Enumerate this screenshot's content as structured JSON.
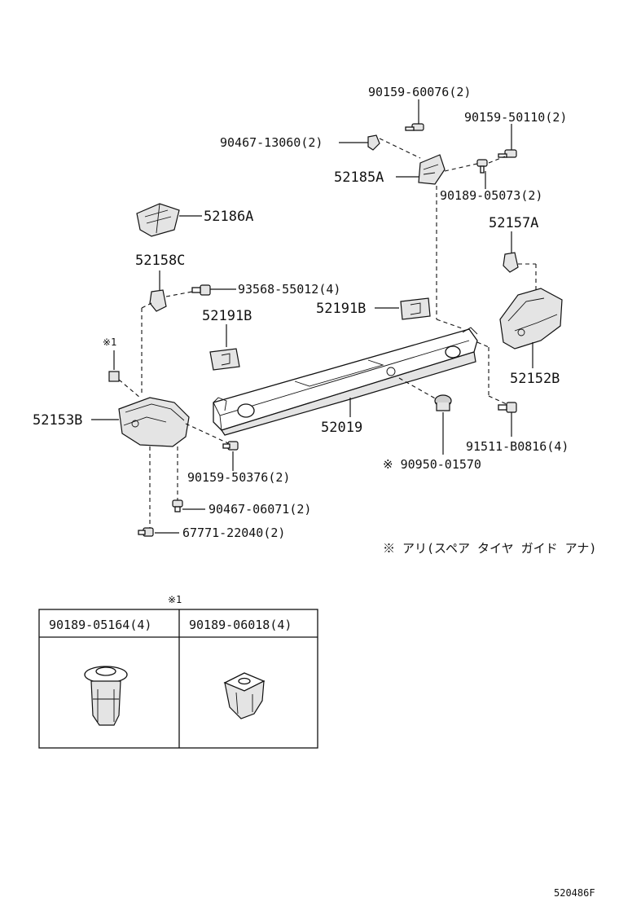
{
  "parts": {
    "p_90159_60076": "90159-60076(2)",
    "p_90159_50110": "90159-50110(2)",
    "p_90467_13060": "90467-13060(2)",
    "p_52185A": "52185A",
    "p_90189_05073": "90189-05073(2)",
    "p_52186A": "52186A",
    "p_52157A": "52157A",
    "p_52158C": "52158C",
    "p_93568_55012": "93568-55012(4)",
    "p_52191B_left": "52191B",
    "p_52191B_right": "52191B",
    "p_52152B": "52152B",
    "p_note1_marker": "※1",
    "p_52153B": "52153B",
    "p_52019": "52019",
    "p_91511_B0816": "91511-B0816(4)",
    "p_90159_50376": "90159-50376(2)",
    "p_90950_01570": "※ 90950-01570",
    "p_90467_06071": "90467-06071(2)",
    "p_67771_22040": "67771-22040(2)"
  },
  "footnote": "※ アリ(スペア タイヤ ガイド アナ)",
  "table": {
    "marker": "※1",
    "col1": "90189-05164(4)",
    "col2": "90189-06018(4)"
  },
  "diagram_code": "520486F"
}
